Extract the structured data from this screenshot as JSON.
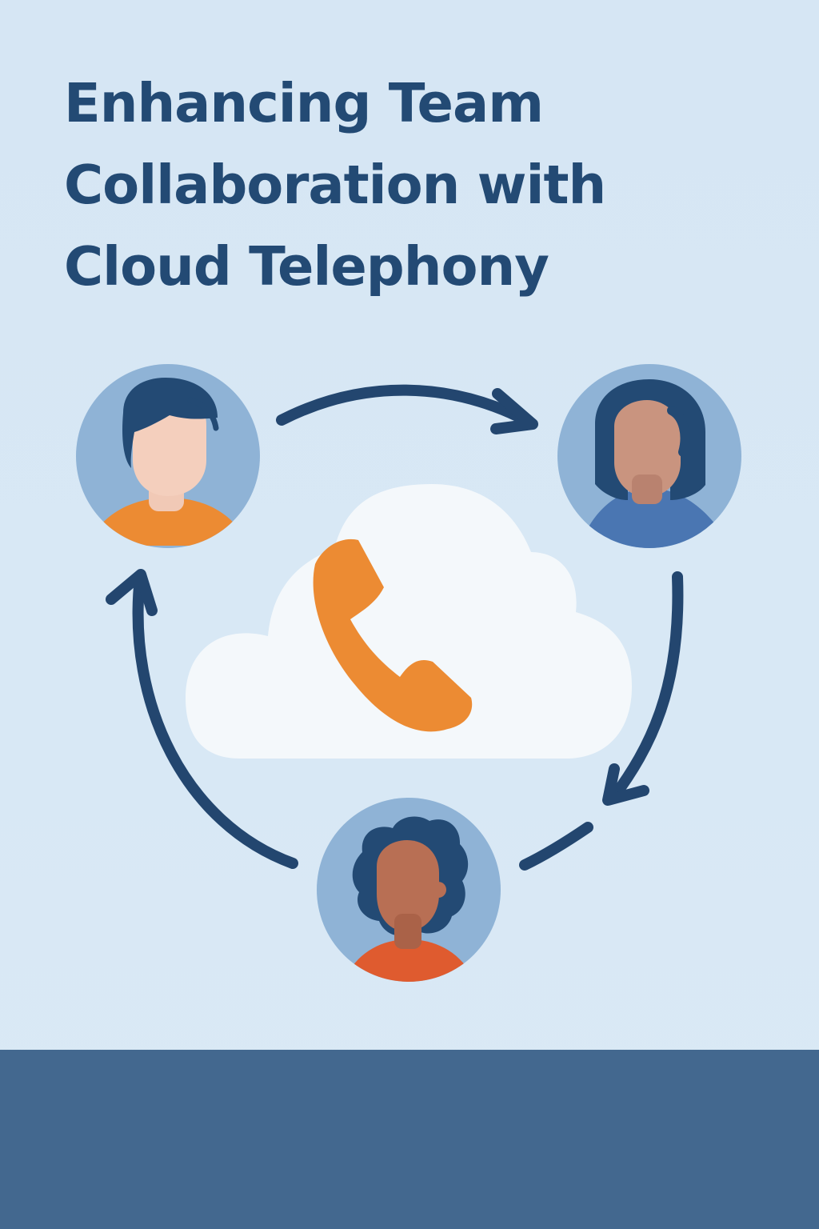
{
  "title": {
    "lines": [
      "Enhancing Team",
      "Collaboration with",
      "Cloud Telephony"
    ]
  },
  "colors": {
    "background": "#d7e7f5",
    "title": "#234a74",
    "arrow": "#23466f",
    "avatar_circle": "#8fb3d6",
    "cloud": "#f4f8fb",
    "phone": "#ec8b33",
    "footer": "#43688f"
  },
  "icons": {
    "center": "phone-icon",
    "container": "cloud-icon"
  }
}
